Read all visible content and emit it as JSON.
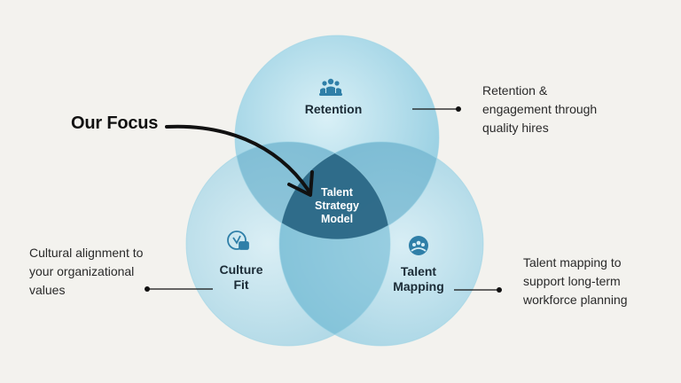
{
  "focus_label": "Our Focus",
  "center_label": [
    "Talent",
    "Strategy",
    "Model"
  ],
  "circles": {
    "retention": {
      "label": [
        "Retention"
      ],
      "icon": "team-icon"
    },
    "culture": {
      "label": [
        "Culture",
        "Fit"
      ],
      "icon": "culture-badge-icon"
    },
    "talent": {
      "label": [
        "Talent",
        "Mapping"
      ],
      "icon": "talent-group-icon"
    }
  },
  "notes": {
    "retention": [
      "Retention &",
      "engagement through",
      "quality hires"
    ],
    "culture": [
      "Cultural alignment to",
      "your organizational",
      "values"
    ],
    "talent": [
      "Talent mapping to",
      "support long-term",
      "workforce planning"
    ]
  },
  "colors": {
    "background": "#f3f2ee",
    "circle_light": "#bde3ee",
    "circle_mid": "#7cc2d9",
    "overlap": "#3d88a8",
    "center": "#245f7e",
    "icon": "#2f7fa8"
  }
}
